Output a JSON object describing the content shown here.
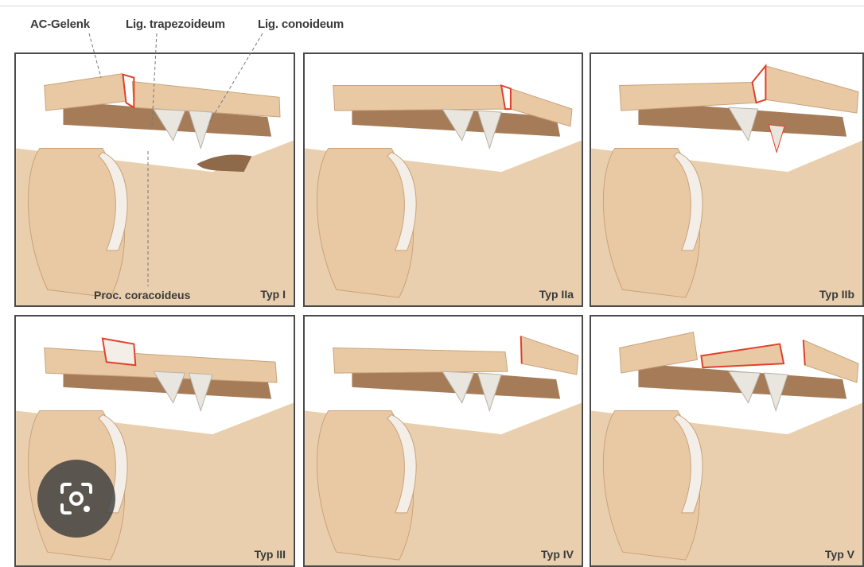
{
  "labels": {
    "ac_joint": "AC-Gelenk",
    "trapezoid": "Lig. trapezoideum",
    "conoid": "Lig. conoideum",
    "coracoid": "Proc. coracoideus"
  },
  "panels": [
    {
      "type": "Typ I"
    },
    {
      "type": "Typ IIa"
    },
    {
      "type": "Typ IIb"
    },
    {
      "type": "Typ III"
    },
    {
      "type": "Typ IV"
    },
    {
      "type": "Typ V"
    }
  ],
  "colors": {
    "bone": "#e8c9a4",
    "bone_shadow": "#c9a27a",
    "dark_bone": "#a67c58",
    "cartilage": "#f3efe8",
    "ligament": "#e9e6e0",
    "injury": "#e0402a",
    "frame": "#4a4a4a"
  },
  "overlay": {
    "icon": "camera-lens-icon"
  }
}
